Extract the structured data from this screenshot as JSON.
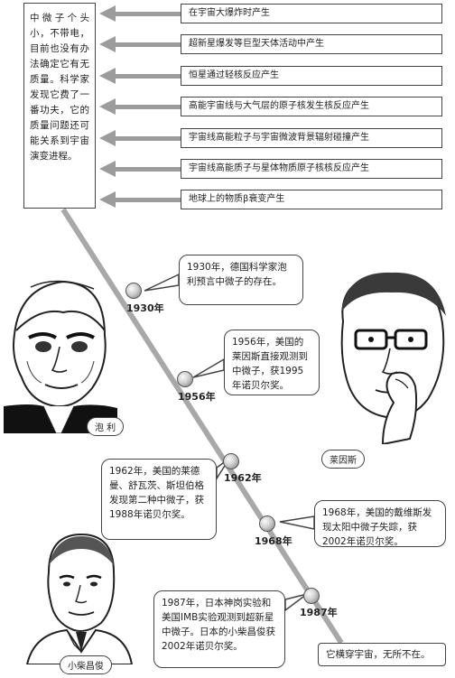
{
  "intro_text": "中微子个头小，不带电，目前也没有办法确定它有无质量。科学家发现它费了一番功夫，它的质量问题还可能关系到宇宙演变进程。",
  "sources": [
    "在宇宙大爆炸时产生",
    "超新星爆发等巨型天体活动中产生",
    "恒星通过轻核反应产生",
    "高能宇宙线与大气层的原子核发生核反应产生",
    "宇宙线高能粒子与宇宙微波背景辐射碰撞产生",
    "宇宙线高能质子与星体物质原子核核反应产生",
    "地球上的物质β衰变产生"
  ],
  "timeline": [
    {
      "year": "1930年",
      "text": "1930年，德国科学家泡利预言中微子的存在。"
    },
    {
      "year": "1956年",
      "text": "1956年，美国的莱因斯直接观测到中微子，获1995年诺贝尔奖。"
    },
    {
      "year": "1962年",
      "text": "1962年，美国的莱德曼、舒瓦茨、斯坦伯格发现第二种中微子，获1988年诺贝尔奖。"
    },
    {
      "year": "1968年",
      "text": "1968年，美国的戴维斯发现太阳中微子失踪，获2002年诺贝尔奖。"
    },
    {
      "year": "1987年",
      "text": "1987年，日本神岗实验和美国IMB实验观测到超新星中微子。日本的小柴昌俊获2002年诺贝尔奖。"
    }
  ],
  "end_text": "它横穿宇宙，无所不在。",
  "people": [
    "泡 利",
    "莱因斯",
    "小柴昌俊"
  ],
  "colors": {
    "arrow": "#9c9c9c",
    "timeline": "#a8a8a8",
    "border": "#444444"
  }
}
